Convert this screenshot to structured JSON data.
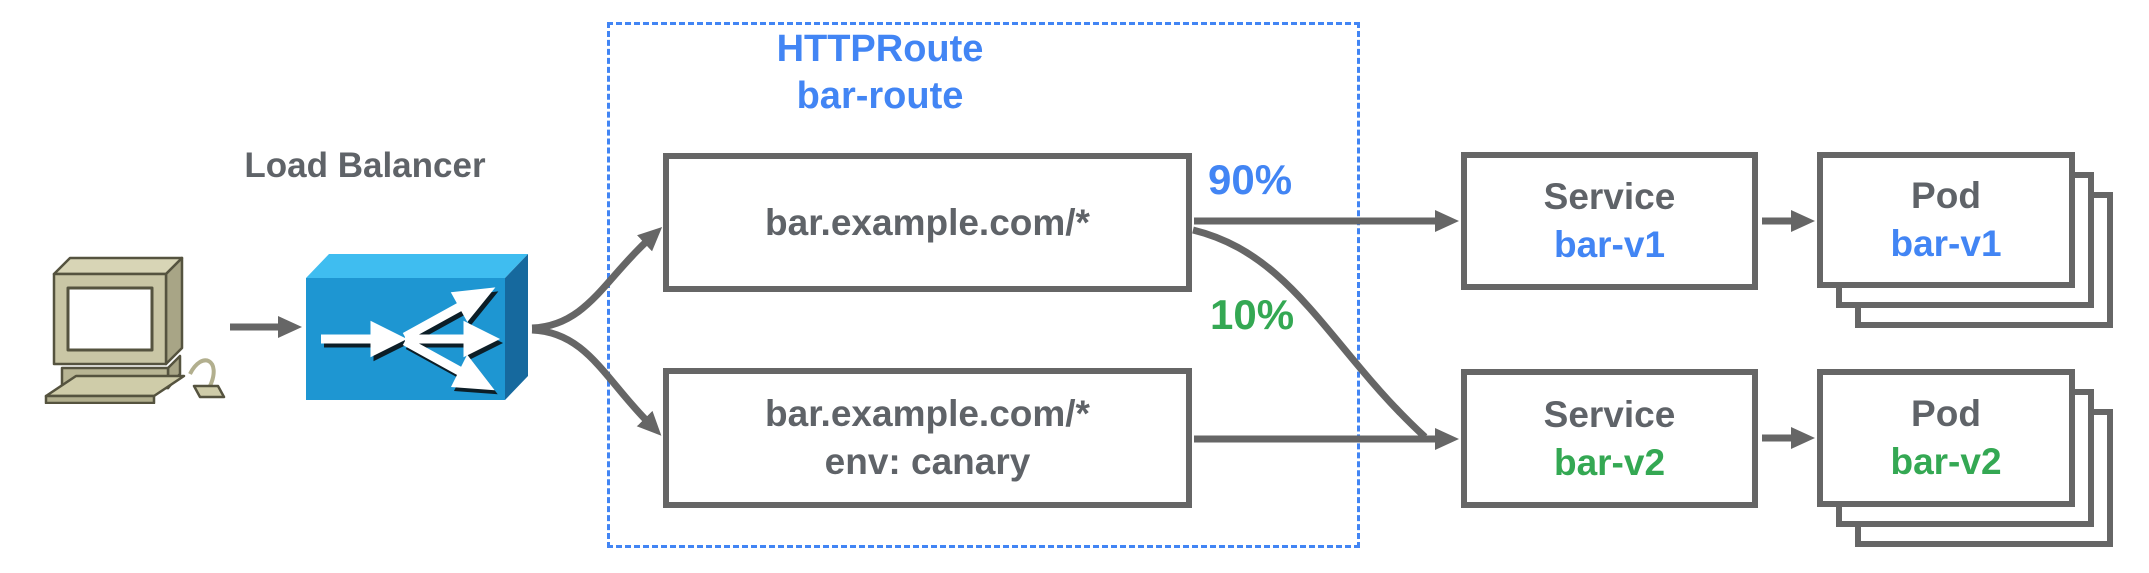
{
  "diagram": {
    "client": {
      "icon": "desktop-computer"
    },
    "load_balancer": {
      "label": "Load Balancer",
      "icon": "load-balancer-box"
    },
    "httproute": {
      "kind": "HTTPRoute",
      "name": "bar-route"
    },
    "route_rules": [
      {
        "match": "bar.example.com/*",
        "weight": "90%"
      },
      {
        "match": "bar.example.com/*",
        "header_match": "env: canary",
        "weight": "10%"
      }
    ],
    "services": [
      {
        "kind": "Service",
        "name": "bar-v1"
      },
      {
        "kind": "Service",
        "name": "bar-v2"
      }
    ],
    "pods": [
      {
        "kind": "Pod",
        "name": "bar-v1"
      },
      {
        "kind": "Pod",
        "name": "bar-v2"
      }
    ],
    "colors": {
      "blue": "#4285F4",
      "green": "#34A853",
      "gray_text": "#5F6368",
      "line": "#666666",
      "lb_front": "#1E96D2",
      "lb_top": "#3FBDF0",
      "lb_side": "#16699E"
    }
  }
}
